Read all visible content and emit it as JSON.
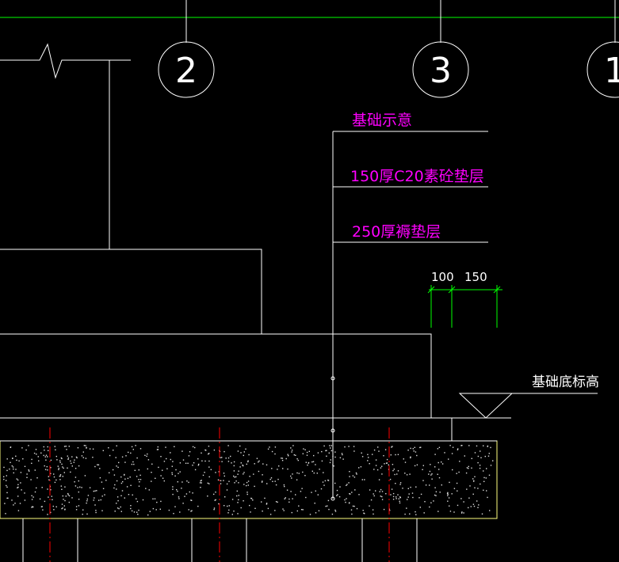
{
  "colors": {
    "background": "#000000",
    "grid_line": "#00ff00",
    "outline": "#ffffff",
    "annotation_text": "#ff00ff",
    "dimension": "#00ff00",
    "rebar_axis": "#ff0000",
    "slab_outline": "#ffff80"
  },
  "grid_axes": [
    {
      "label": "2"
    },
    {
      "label": "3"
    },
    {
      "label": "1/"
    }
  ],
  "notes": {
    "title": "基础示意",
    "layer_1": "150厚C20素砼垫层",
    "layer_2": "250厚褥垫层"
  },
  "dimensions": {
    "left": "100",
    "right": "150"
  },
  "elevation_mark": {
    "label": "基础底标高"
  }
}
